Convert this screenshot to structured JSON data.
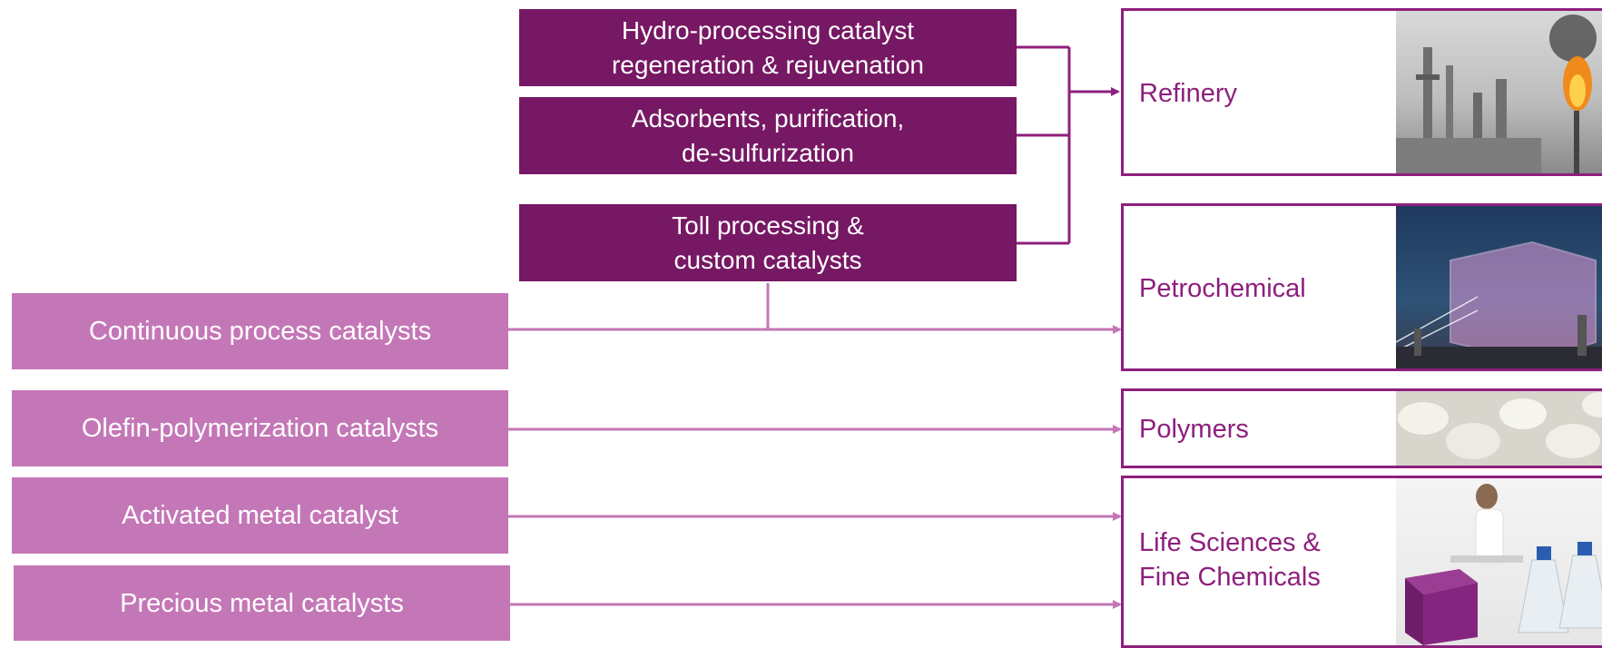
{
  "products": {
    "hydro_processing": [
      "Hydro-processing catalyst",
      "regeneration & rejuvenation"
    ],
    "adsorbents": [
      "Adsorbents, purification,",
      "de-sulfurization"
    ],
    "toll_processing": [
      "Toll processing &",
      "custom catalysts"
    ],
    "continuous_process": "Continuous process catalysts",
    "olefin_polymerization": "Olefin-polymerization catalysts",
    "activated_metal": "Activated metal catalyst",
    "precious_metal": "Precious metal catalysts"
  },
  "markets": {
    "refinery": "Refinery",
    "petrochemical": "Petrochemical",
    "polymers": "Polymers",
    "life_sciences": [
      "Life Sciences &",
      "Fine Chemicals"
    ]
  },
  "colors": {
    "dark_box": "#761863",
    "light_box": "#c477b7",
    "market_border": "#8e1f7d",
    "dark_connector": "#8e1f7d",
    "light_connector": "#c477b7"
  },
  "images": {
    "refinery": "refinery-towers-with-flare-photo",
    "petrochemical": "glowing-cube-over-industrial-plant-photo",
    "polymers": "white-polymer-pellets-photo",
    "life_sciences": "lab-worker-with-flasks-and-purple-box-photo"
  }
}
